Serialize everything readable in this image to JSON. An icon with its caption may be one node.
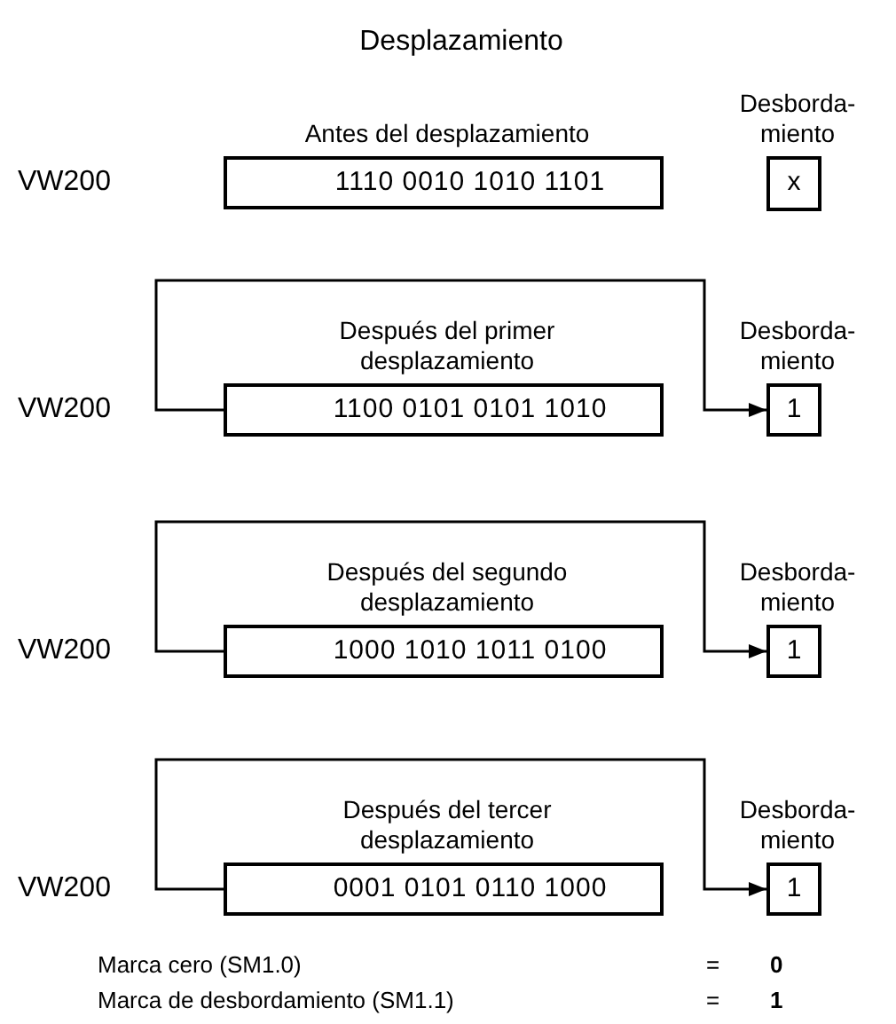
{
  "diagram": {
    "title": "Desplazamiento",
    "nodes": [
      {
        "text": [
          "Antes del desplazamiento",
          "1110 0010 1010 1101"
        ],
        "beside": [
          "VW200"
        ]
      },
      {
        "text": [
          "Desborda-miento",
          "x"
        ]
      },
      {
        "text": [
          "Después del primer desplazamiento",
          "1100 0101 0101 1010"
        ],
        "beside": [
          "VW200"
        ]
      },
      {
        "text": [
          "Desborda-miento",
          "1"
        ]
      },
      {
        "text": [
          "Después del segundo desplazamiento",
          "1000 1010 1011 0100"
        ],
        "beside": [
          "VW200"
        ]
      },
      {
        "text": [
          "Desborda-miento",
          "1"
        ]
      },
      {
        "text": [
          "Después del tercer desplazamiento",
          "0001 0101 0110 1000"
        ],
        "beside": [
          "VW200"
        ]
      },
      {
        "text": [
          "Desborda-miento",
          "1"
        ]
      }
    ],
    "edges": [
      {
        "from": 2,
        "to": 3,
        "arrow": "to"
      },
      {
        "from": 4,
        "to": 5,
        "arrow": "to"
      },
      {
        "from": 6,
        "to": 7,
        "arrow": "to"
      }
    ],
    "labels": [
      "Marca cero (SM1.0)",
      "=",
      "0",
      "Marca de desbordamiento (SM1.1)",
      "=",
      "1"
    ]
  }
}
